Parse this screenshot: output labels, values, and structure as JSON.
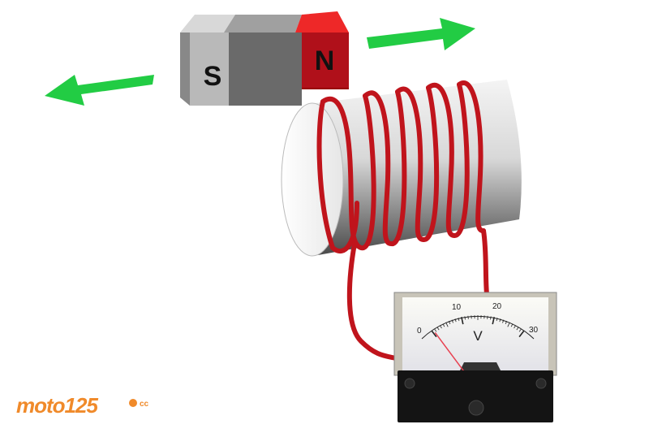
{
  "magnet": {
    "south_label": "S",
    "north_label": "N"
  },
  "voltmeter": {
    "unit_label": "V",
    "scale_labels": [
      "0",
      "10",
      "20",
      "30"
    ],
    "scale_max": 30,
    "needle_value": 0.5
  },
  "logo": {
    "text": "moto125",
    "suffix": "cc"
  },
  "colors": {
    "arrow": "#22cc44",
    "wire": "#c0141c",
    "north": "#c8101a",
    "logo": "#f08a2a"
  }
}
